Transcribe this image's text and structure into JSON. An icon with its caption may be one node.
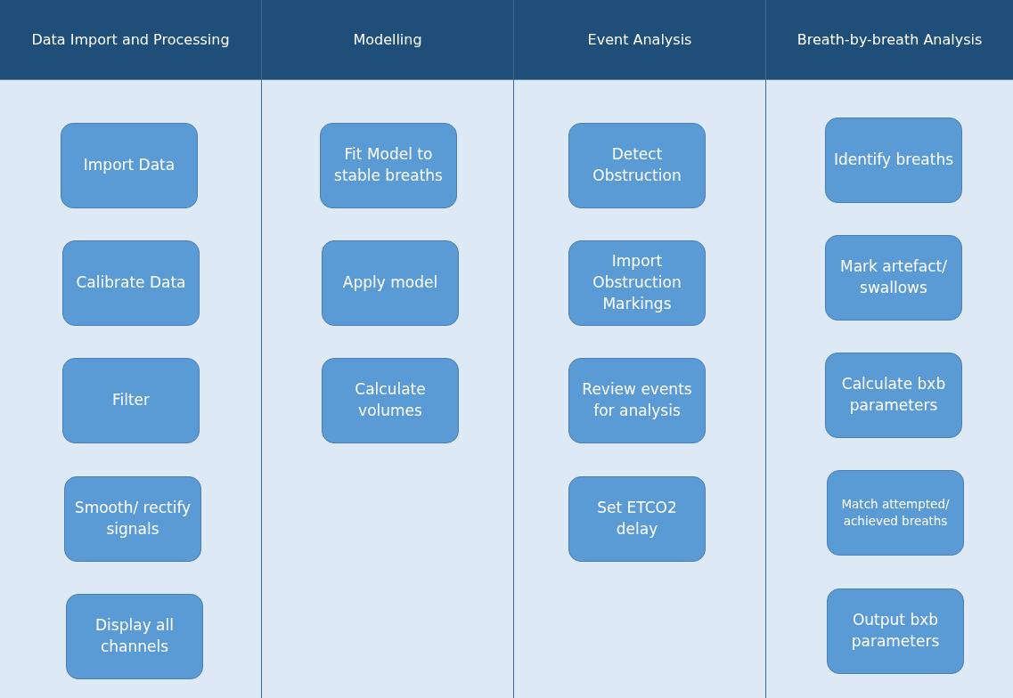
{
  "diagram": {
    "nodes": [
      {
        "text": [
          "Data Import and Processing"
        ]
      },
      {
        "text": [
          "Import Data"
        ],
        "in": 0
      },
      {
        "text": [
          "Calibrate Data"
        ],
        "in": 0
      },
      {
        "text": [
          "Filter"
        ],
        "in": 0
      },
      {
        "text": [
          "Smooth/ rectify signals"
        ],
        "in": 0
      },
      {
        "text": [
          "Display all channels"
        ],
        "in": 0
      },
      {
        "text": [
          "Modelling"
        ]
      },
      {
        "text": [
          "Fit Model to stable breaths"
        ],
        "in": 6
      },
      {
        "text": [
          "Apply model"
        ],
        "in": 6
      },
      {
        "text": [
          "Calculate volumes"
        ],
        "in": 6
      },
      {
        "text": [
          "Event Analysis"
        ]
      },
      {
        "text": [
          "Detect Obstruction"
        ],
        "in": 10
      },
      {
        "text": [
          "Import Obstruction Markings"
        ],
        "in": 10
      },
      {
        "text": [
          "Review events for analysis"
        ],
        "in": 10
      },
      {
        "text": [
          "Set ETCO2 delay"
        ],
        "in": 10
      },
      {
        "text": [
          "Breath-by-breath Analysis"
        ]
      },
      {
        "text": [
          "Identify breaths"
        ],
        "in": 15
      },
      {
        "text": [
          "Mark artefact/ swallows"
        ],
        "in": 15
      },
      {
        "text": [
          "Calculate bxb parameters"
        ],
        "in": 15
      },
      {
        "text": [
          "Match attempted/ achieved breaths"
        ],
        "in": 15
      },
      {
        "text": [
          "Output bxb parameters"
        ],
        "in": 15
      }
    ]
  }
}
